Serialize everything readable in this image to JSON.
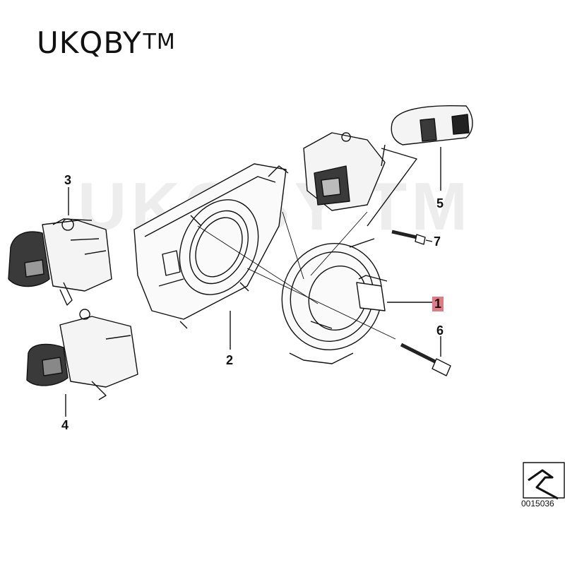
{
  "brand": {
    "name": "UKQBY",
    "mark": "TM"
  },
  "watermark": "UKQBY TM",
  "callouts": {
    "c1": "1",
    "c2": "2",
    "c3": "3",
    "c4": "4",
    "c5": "5",
    "c6": "6",
    "c7": "7"
  },
  "part_number": "0015036",
  "colors": {
    "highlight": "#e07a85",
    "line": "#111111",
    "fill_dark": "#3a3a3a",
    "fill_mid": "#b8b8b8"
  }
}
